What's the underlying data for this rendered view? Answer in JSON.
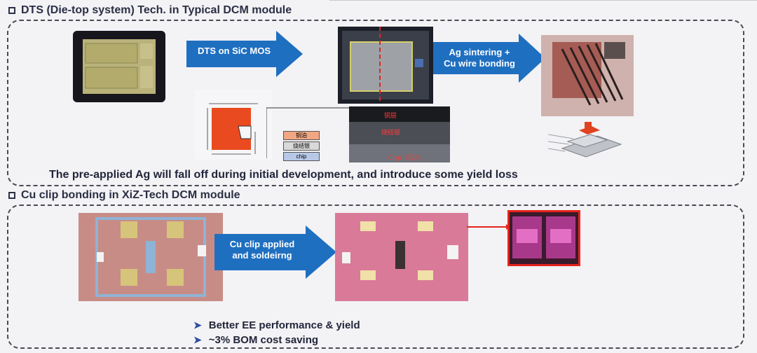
{
  "section1": {
    "title": "DTS (Die-top system) Tech. in Typical DCM module",
    "arrow1_label": "DTS on SiC MOS",
    "arrow2_label_line1": "Ag sintering +",
    "arrow2_label_line2": "Cu wire bonding",
    "stack_labels": [
      "铜泊",
      "烧结银",
      "chip"
    ],
    "xsection_labels": [
      "铜层",
      "烧结银",
      "Chip（芯片）"
    ],
    "note": "The pre-applied Ag will fall off during initial development, and introduce some yield loss"
  },
  "section2": {
    "title": "Cu clip bonding in XiZ-Tech DCM module",
    "arrow_label_line1": "Cu clip applied",
    "arrow_label_line2": "and soldeirng",
    "bullets": [
      "Better EE performance & yield",
      "~3% BOM cost saving"
    ]
  },
  "colors": {
    "arrow_blue": "#1f6fc0",
    "title_dark": "#2a2f44",
    "bullet_chevron": "#2c4f9e",
    "copper_red": "#e24a24"
  }
}
